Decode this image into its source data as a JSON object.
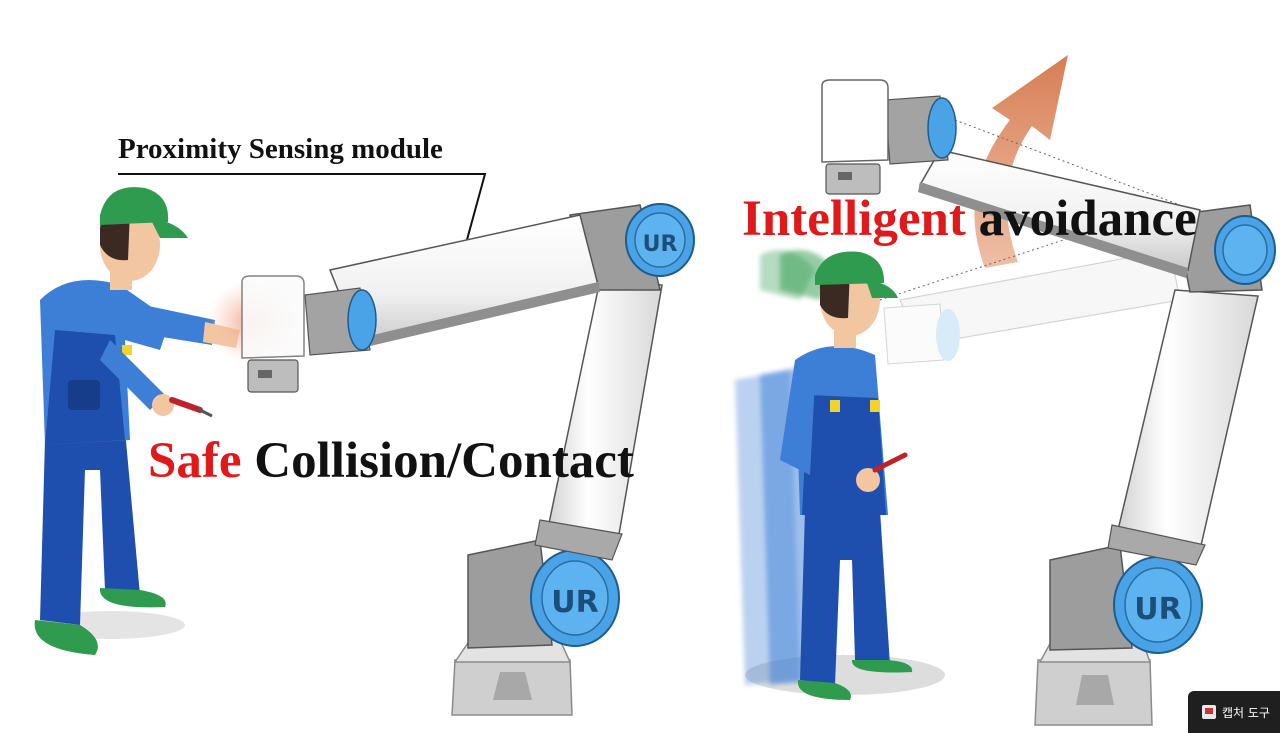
{
  "labels": {
    "proximity": "Proximity Sensing module",
    "safe_word": "Safe",
    "safe_rest": "Collision/Contact",
    "avoid_word": "Intelligent",
    "avoid_rest": "avoidance"
  },
  "robot_logo": "UR",
  "taskbar": {
    "label": "캡처 도구",
    "icon": "snipping-tool-icon"
  },
  "colors": {
    "emphasis_red": "#e0191b",
    "text_dark": "#111111",
    "worker_shirt": "#3d7fd6",
    "worker_overalls": "#1f4fae",
    "worker_cap": "#2e9b4e",
    "robot_joint_blue": "#4aa3e6",
    "robot_link": "#f4f4f4",
    "arrow": "#d98052"
  }
}
